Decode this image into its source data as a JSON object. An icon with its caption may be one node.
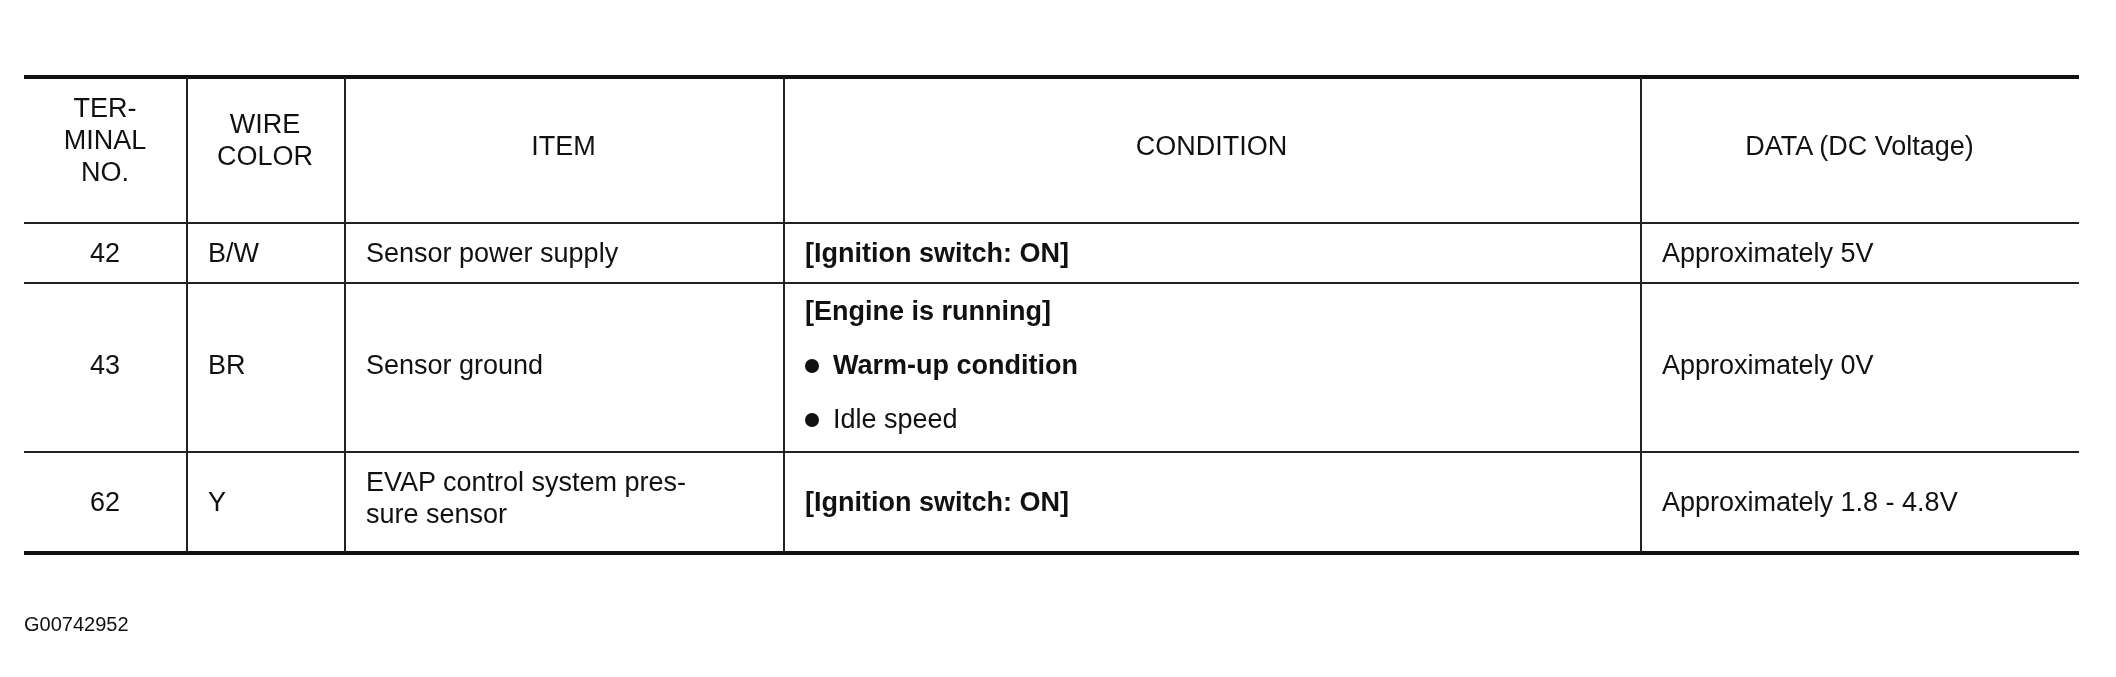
{
  "diagram": {
    "labels": [
      "TER- MINAL NO.",
      "WIRE COLOR",
      "ITEM",
      "CONDITION",
      "DATA (DC Voltage)",
      "42",
      "B/W",
      "Sensor power supply",
      "[Ignition switch: ON]",
      "Approximately 5V",
      "43",
      "BR",
      "Sensor ground",
      "[Engine is running]",
      "Warm-up condition",
      "Idle speed",
      "Approximately 0V",
      "62",
      "Y",
      "EVAP control system pres- sure sensor",
      "[Ignition switch: ON]",
      "Approximately 1.8 - 4.8V",
      "G00742952"
    ]
  }
}
